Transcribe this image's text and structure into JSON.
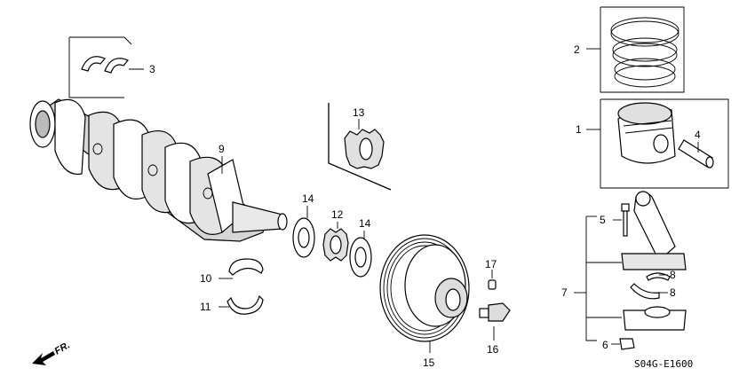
{
  "diagram_code": "S04G-E1600",
  "direction_label": "FR.",
  "callouts": [
    "1",
    "2",
    "3",
    "4",
    "5",
    "6",
    "7",
    "8",
    "8",
    "9",
    "10",
    "11",
    "12",
    "13",
    "14",
    "14",
    "15",
    "16",
    "17"
  ],
  "parts": {
    "crankshaft": "9",
    "main_bearing_upper": "10",
    "main_bearing_lower": "11",
    "timing_sprocket": "12",
    "oil_pump_sprocket": "13",
    "washer_a": "14",
    "washer_b": "14",
    "pulley": "15",
    "pulley_bolt": "16",
    "woodruff_key": "17",
    "thrust_washers": "3",
    "piston_rings": "2",
    "piston": "1",
    "piston_pin": "4",
    "rod_bolt": "5",
    "rod_nut": "6",
    "connecting_rod_assy": "7",
    "rod_bearing_upper": "8",
    "rod_bearing_lower": "8"
  }
}
